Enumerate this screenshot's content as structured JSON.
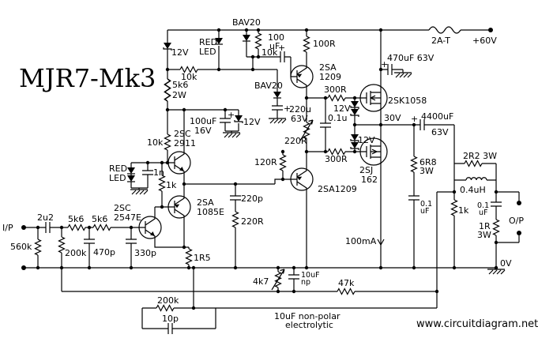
{
  "title": "MJR7-Mk3",
  "watermark": "www.circuitdiagram.net",
  "colors": {
    "ink": "#000000",
    "bg": "#ffffff"
  },
  "labels": {
    "plus": "+",
    "bav20": "BAV20",
    "red": "RED",
    "led": "LED",
    "v12": "12V",
    "r10k": "10k",
    "c100_1": "100",
    "c100_2": "uF",
    "r100r": "100R",
    "t2sa": "2SA",
    "t1209": "1209",
    "c470u": "470uF 63V",
    "fuse": "2A-T",
    "v60": "+60V",
    "r5k6": "5k6",
    "w2": "2W",
    "c220u": "220u",
    "v63": "63V",
    "c100u16": "100uF",
    "v16": "16V",
    "t2sc": "2SC",
    "t2911": "2911",
    "c1n": "1n",
    "r1k": "1k",
    "t1085e": "1085E",
    "t2547e": "2547E",
    "ip": "I/P",
    "c2u2": "2u2",
    "r560k": "560k",
    "r200k": "200k",
    "c470p": "470p",
    "c330p": "330p",
    "r1r5": "1R5",
    "r120r": "120R",
    "r220r": "220R",
    "c220p": "220p",
    "r300r": "300R",
    "c01u": "0.1u",
    "t2sa1209": "2SA1209",
    "t2sk1058": "2SK1058",
    "t2sj": "2SJ",
    "t162": "162",
    "v30": "30V",
    "c4400": "4400uF",
    "r6r8": "6R8",
    "w3": "3W",
    "c01": "0.1",
    "uf": "uF",
    "r2r2": "2R2 3W",
    "l04": "0.4uH",
    "r1r": "1R",
    "op": "O/P",
    "v0": "0V",
    "current": "100mA",
    "r47k": "47k",
    "r4k7": "4k7",
    "c10u": "10uF",
    "np": "np",
    "c10p": "10p",
    "note1": "10uF non-polar",
    "note2": "electrolytic"
  }
}
